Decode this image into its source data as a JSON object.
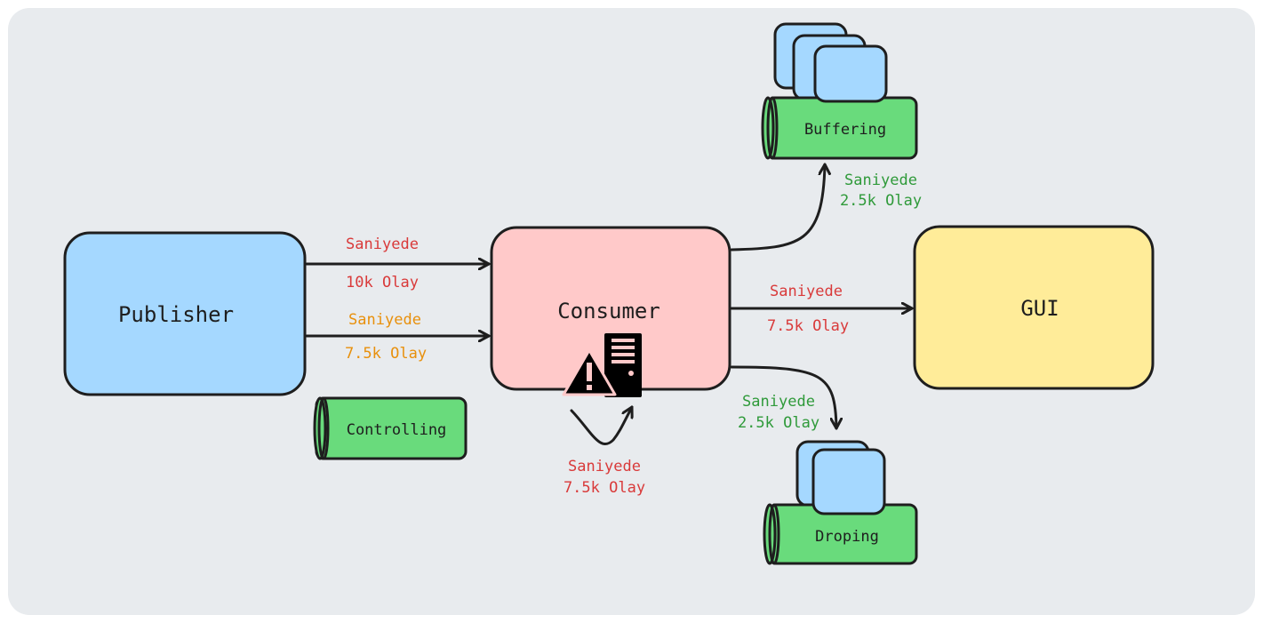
{
  "colors": {
    "background": "#e8ebee",
    "publisher": "#a5d8ff",
    "consumer": "#ffc9c9",
    "gui": "#ffec99",
    "cylinder": "#69db7c",
    "buffer_card": "#a5d8ff",
    "label_red": "#d93a3a",
    "label_orange": "#e8900c",
    "label_green": "#2f9a3a",
    "stroke": "#1e1e1e"
  },
  "nodes": {
    "publisher": "Publisher",
    "consumer": "Consumer",
    "gui": "GUI",
    "controlling": "Controlling",
    "buffering": "Buffering",
    "droping": "Droping"
  },
  "icons": {
    "consumer_warning": "server-warning-icon"
  },
  "labels": {
    "pub_to_consumer_1": {
      "line1": "Saniyede",
      "line2": "10k Olay"
    },
    "pub_to_consumer_2": {
      "line1": "Saniyede",
      "line2": "7.5k Olay"
    },
    "consumer_self": {
      "line1": "Saniyede",
      "line2": "7.5k Olay"
    },
    "consumer_to_gui": {
      "line1": "Saniyede",
      "line2": "7.5k Olay"
    },
    "consumer_to_buffering": {
      "line1": "Saniyede",
      "line2": "2.5k Olay"
    },
    "consumer_to_droping": {
      "line1": "Saniyede",
      "line2": "2.5k Olay"
    }
  }
}
